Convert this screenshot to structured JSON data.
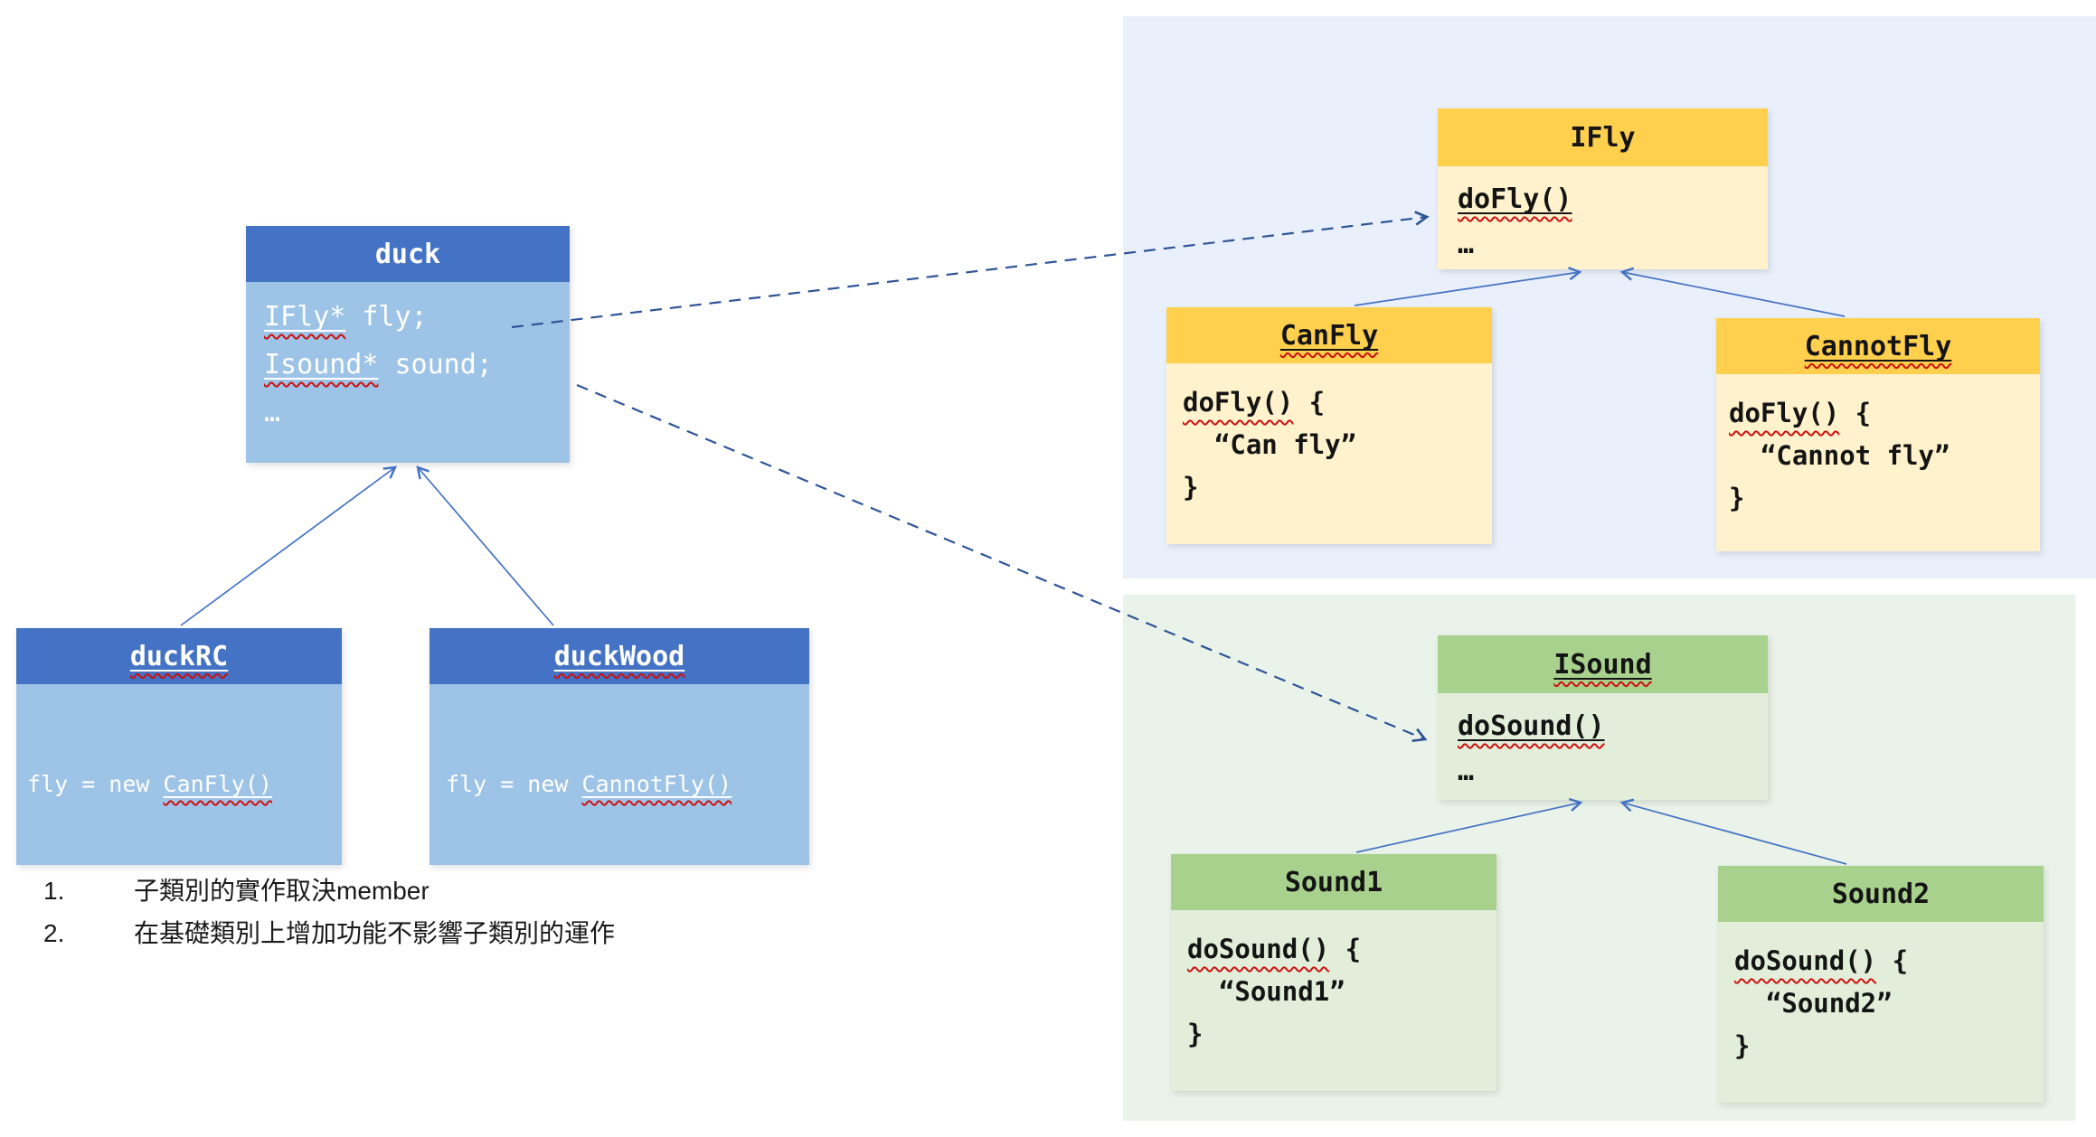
{
  "classes": {
    "duck": {
      "title": "duck",
      "lines": [
        [
          {
            "t": "IFly*",
            "s": "uw"
          },
          {
            "t": " fly;"
          }
        ],
        [
          {
            "t": "Isound*",
            "s": "uw"
          },
          {
            "t": " sound;"
          }
        ],
        [
          {
            "t": "…"
          }
        ]
      ]
    },
    "duckRC": {
      "title": "duckRC",
      "lines": [
        [
          {
            "t": "fly = new "
          },
          {
            "t": "CanFly()",
            "s": "uw"
          }
        ]
      ]
    },
    "duckWood": {
      "title": "duckWood",
      "lines": [
        [
          {
            "t": "fly = new "
          },
          {
            "t": "CannotFly()",
            "s": "uw"
          }
        ]
      ]
    },
    "ifly": {
      "title": "IFly",
      "lines": [
        [
          {
            "t": "doFly()",
            "s": "uw"
          }
        ],
        [
          {
            "t": "…"
          }
        ]
      ]
    },
    "canfly": {
      "title": "CanFly",
      "lines": [
        [
          {
            "t": "doFly()",
            "s": "w"
          },
          {
            "t": " {"
          }
        ],
        [
          {
            "t": "  “Can fly”"
          }
        ],
        [
          {
            "t": "}"
          }
        ]
      ]
    },
    "cannotfly": {
      "title": "CannotFly",
      "lines": [
        [
          {
            "t": "doFly()",
            "s": "w"
          },
          {
            "t": " {"
          }
        ],
        [
          {
            "t": "  “Cannot fly”"
          }
        ],
        [
          {
            "t": "}"
          }
        ]
      ]
    },
    "isound": {
      "title": "ISound",
      "lines": [
        [
          {
            "t": "doSound()",
            "s": "uw"
          }
        ],
        [
          {
            "t": "…"
          }
        ]
      ]
    },
    "sound1": {
      "title": "Sound1",
      "lines": [
        [
          {
            "t": "doSound()",
            "s": "w"
          },
          {
            "t": " {"
          }
        ],
        [
          {
            "t": "  “Sound1”"
          }
        ],
        [
          {
            "t": "}"
          }
        ]
      ]
    },
    "sound2": {
      "title": "Sound2",
      "lines": [
        [
          {
            "t": "doSound()",
            "s": "w"
          },
          {
            "t": " {"
          }
        ],
        [
          {
            "t": "  “Sound2”"
          }
        ],
        [
          {
            "t": "}"
          }
        ]
      ]
    }
  },
  "notes": [
    {
      "num": "1.",
      "text": "子類別的實作取決member"
    },
    {
      "num": "2.",
      "text": "在基礎類別上增加功能不影響子類別的運作"
    }
  ],
  "colors": {
    "blue_header": "#4472C4",
    "blue_body": "#9DC3E6",
    "yellow_header": "#FFD04D",
    "yellow_body": "#FFF2CC",
    "green_header": "#A9D18E",
    "green_body": "#E2EEDA",
    "panel_fly": "#E9F0FB",
    "panel_sound": "#EAF3E9",
    "connector": "#4472C4",
    "connector_dashed": "#2F5597"
  }
}
